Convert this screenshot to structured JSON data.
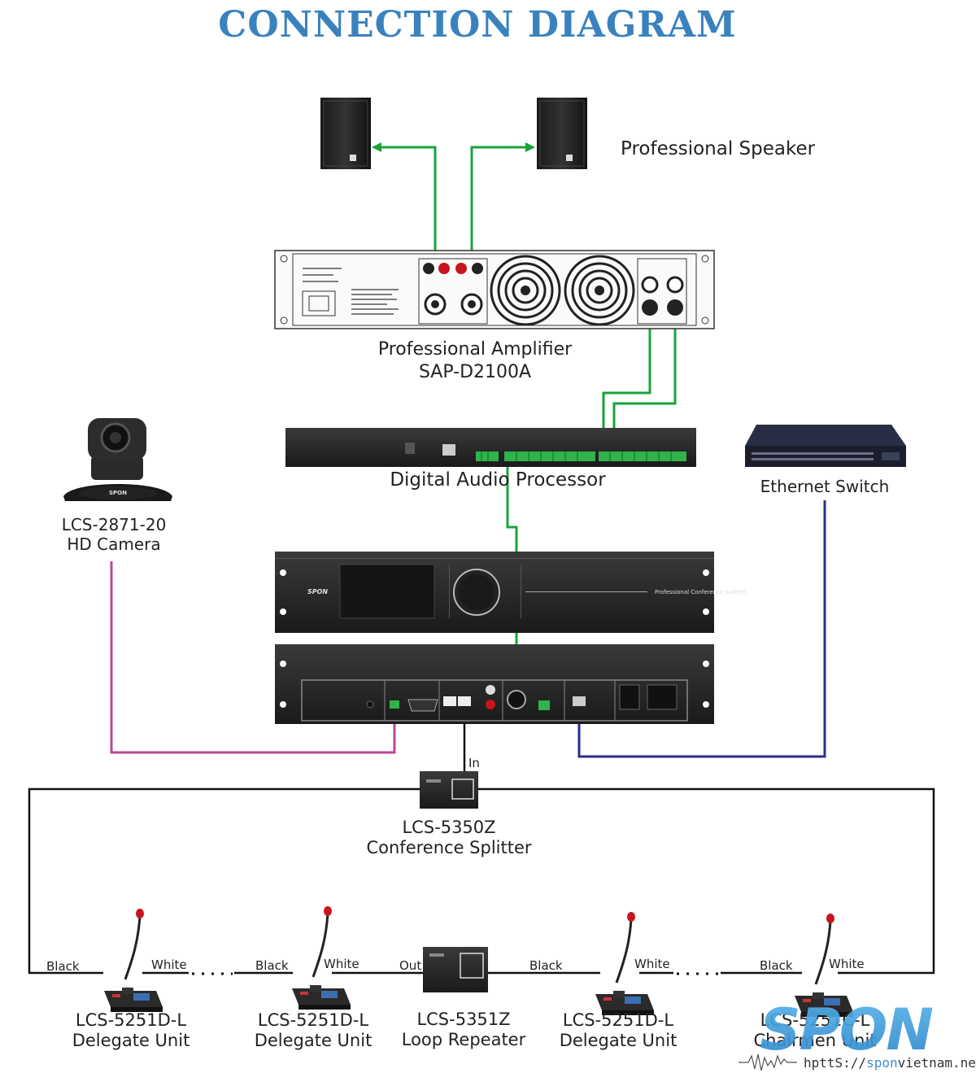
{
  "title": "CONNECTION DIAGRAM",
  "devices": {
    "speaker": {
      "label": "Professional Speaker"
    },
    "amplifier": {
      "line1": "Professional Amplifier",
      "line2": "SAP-D2100A"
    },
    "processor": {
      "label": "Digital Audio Processor"
    },
    "switch": {
      "label": "Ethernet Switch"
    },
    "camera": {
      "line1": "LCS-2871-20",
      "line2": "HD Camera",
      "brand": "SPON"
    },
    "host": {
      "brand": "SPON",
      "panel_text": "Professional Conference System"
    },
    "splitter": {
      "line1": "LCS-5350Z",
      "line2": "Conference Splitter",
      "port_in": "In"
    },
    "units": [
      {
        "line1": "LCS-5251D-L",
        "line2": "Delegate Unit",
        "left": "Black",
        "right": "White"
      },
      {
        "line1": "LCS-5251D-L",
        "line2": "Delegate Unit",
        "left": "Black",
        "right": "White"
      },
      {
        "line1": "LCS-5351Z",
        "line2": "Loop Repeater",
        "left": "Out"
      },
      {
        "line1": "LCS-5251D-L",
        "line2": "Delegate Unit",
        "left": "Black",
        "right": "White"
      },
      {
        "line1": "LCS-5251C-L",
        "line2": "Chairmen Unit",
        "left": "Black",
        "right": "White"
      }
    ]
  },
  "colors": {
    "title": "#3a82be",
    "audio": "#1aa33a",
    "video": "#b84a92",
    "network": "#2a2d8a",
    "loop": "#111111"
  },
  "watermark": {
    "brand": "SPON",
    "url_prefix": "hpttS://",
    "url_accent": "spon",
    "url_suffix": "vietnam.net"
  }
}
